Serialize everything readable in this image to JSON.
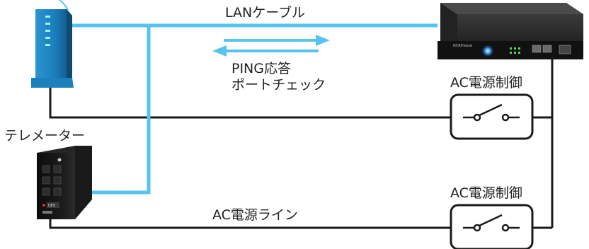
{
  "labels": {
    "lan_cable": "LANケーブル",
    "ping_reply": "PING応答",
    "port_check": "ポートチェック",
    "ac_control_1": "AC電源制御",
    "ac_control_2": "AC電源制御",
    "telemeter": "テレメーター",
    "ac_power_line": "AC電源ライン"
  },
  "device_texts": {
    "controller_brand": "NCRFreeze",
    "ups_badge": "UPS"
  },
  "colors": {
    "lan_line": "#56c4ee",
    "power_line": "#1a1a1a",
    "router_body": "#1e82bd",
    "switch_box": "#ffffff"
  }
}
